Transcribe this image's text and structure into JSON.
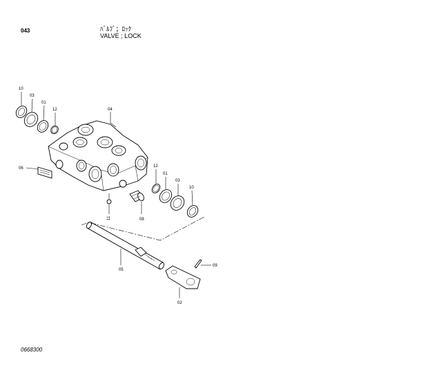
{
  "header": {
    "page_code": "043",
    "title_jp": "ﾊﾞﾙﾌﾞ；ﾛｯｸ",
    "title_en": "VALVE ; LOCK"
  },
  "footer": {
    "drawing_code": "0668300"
  },
  "callouts": {
    "c10a": "10",
    "c03a": "03",
    "c01a": "01",
    "c12a": "12",
    "c04": "04",
    "c06": "06",
    "c11": "11",
    "c08": "08",
    "c12b": "12",
    "c01b": "01",
    "c03b": "03",
    "c10b": "10",
    "c05": "05",
    "c09": "09",
    "c02": "02"
  }
}
